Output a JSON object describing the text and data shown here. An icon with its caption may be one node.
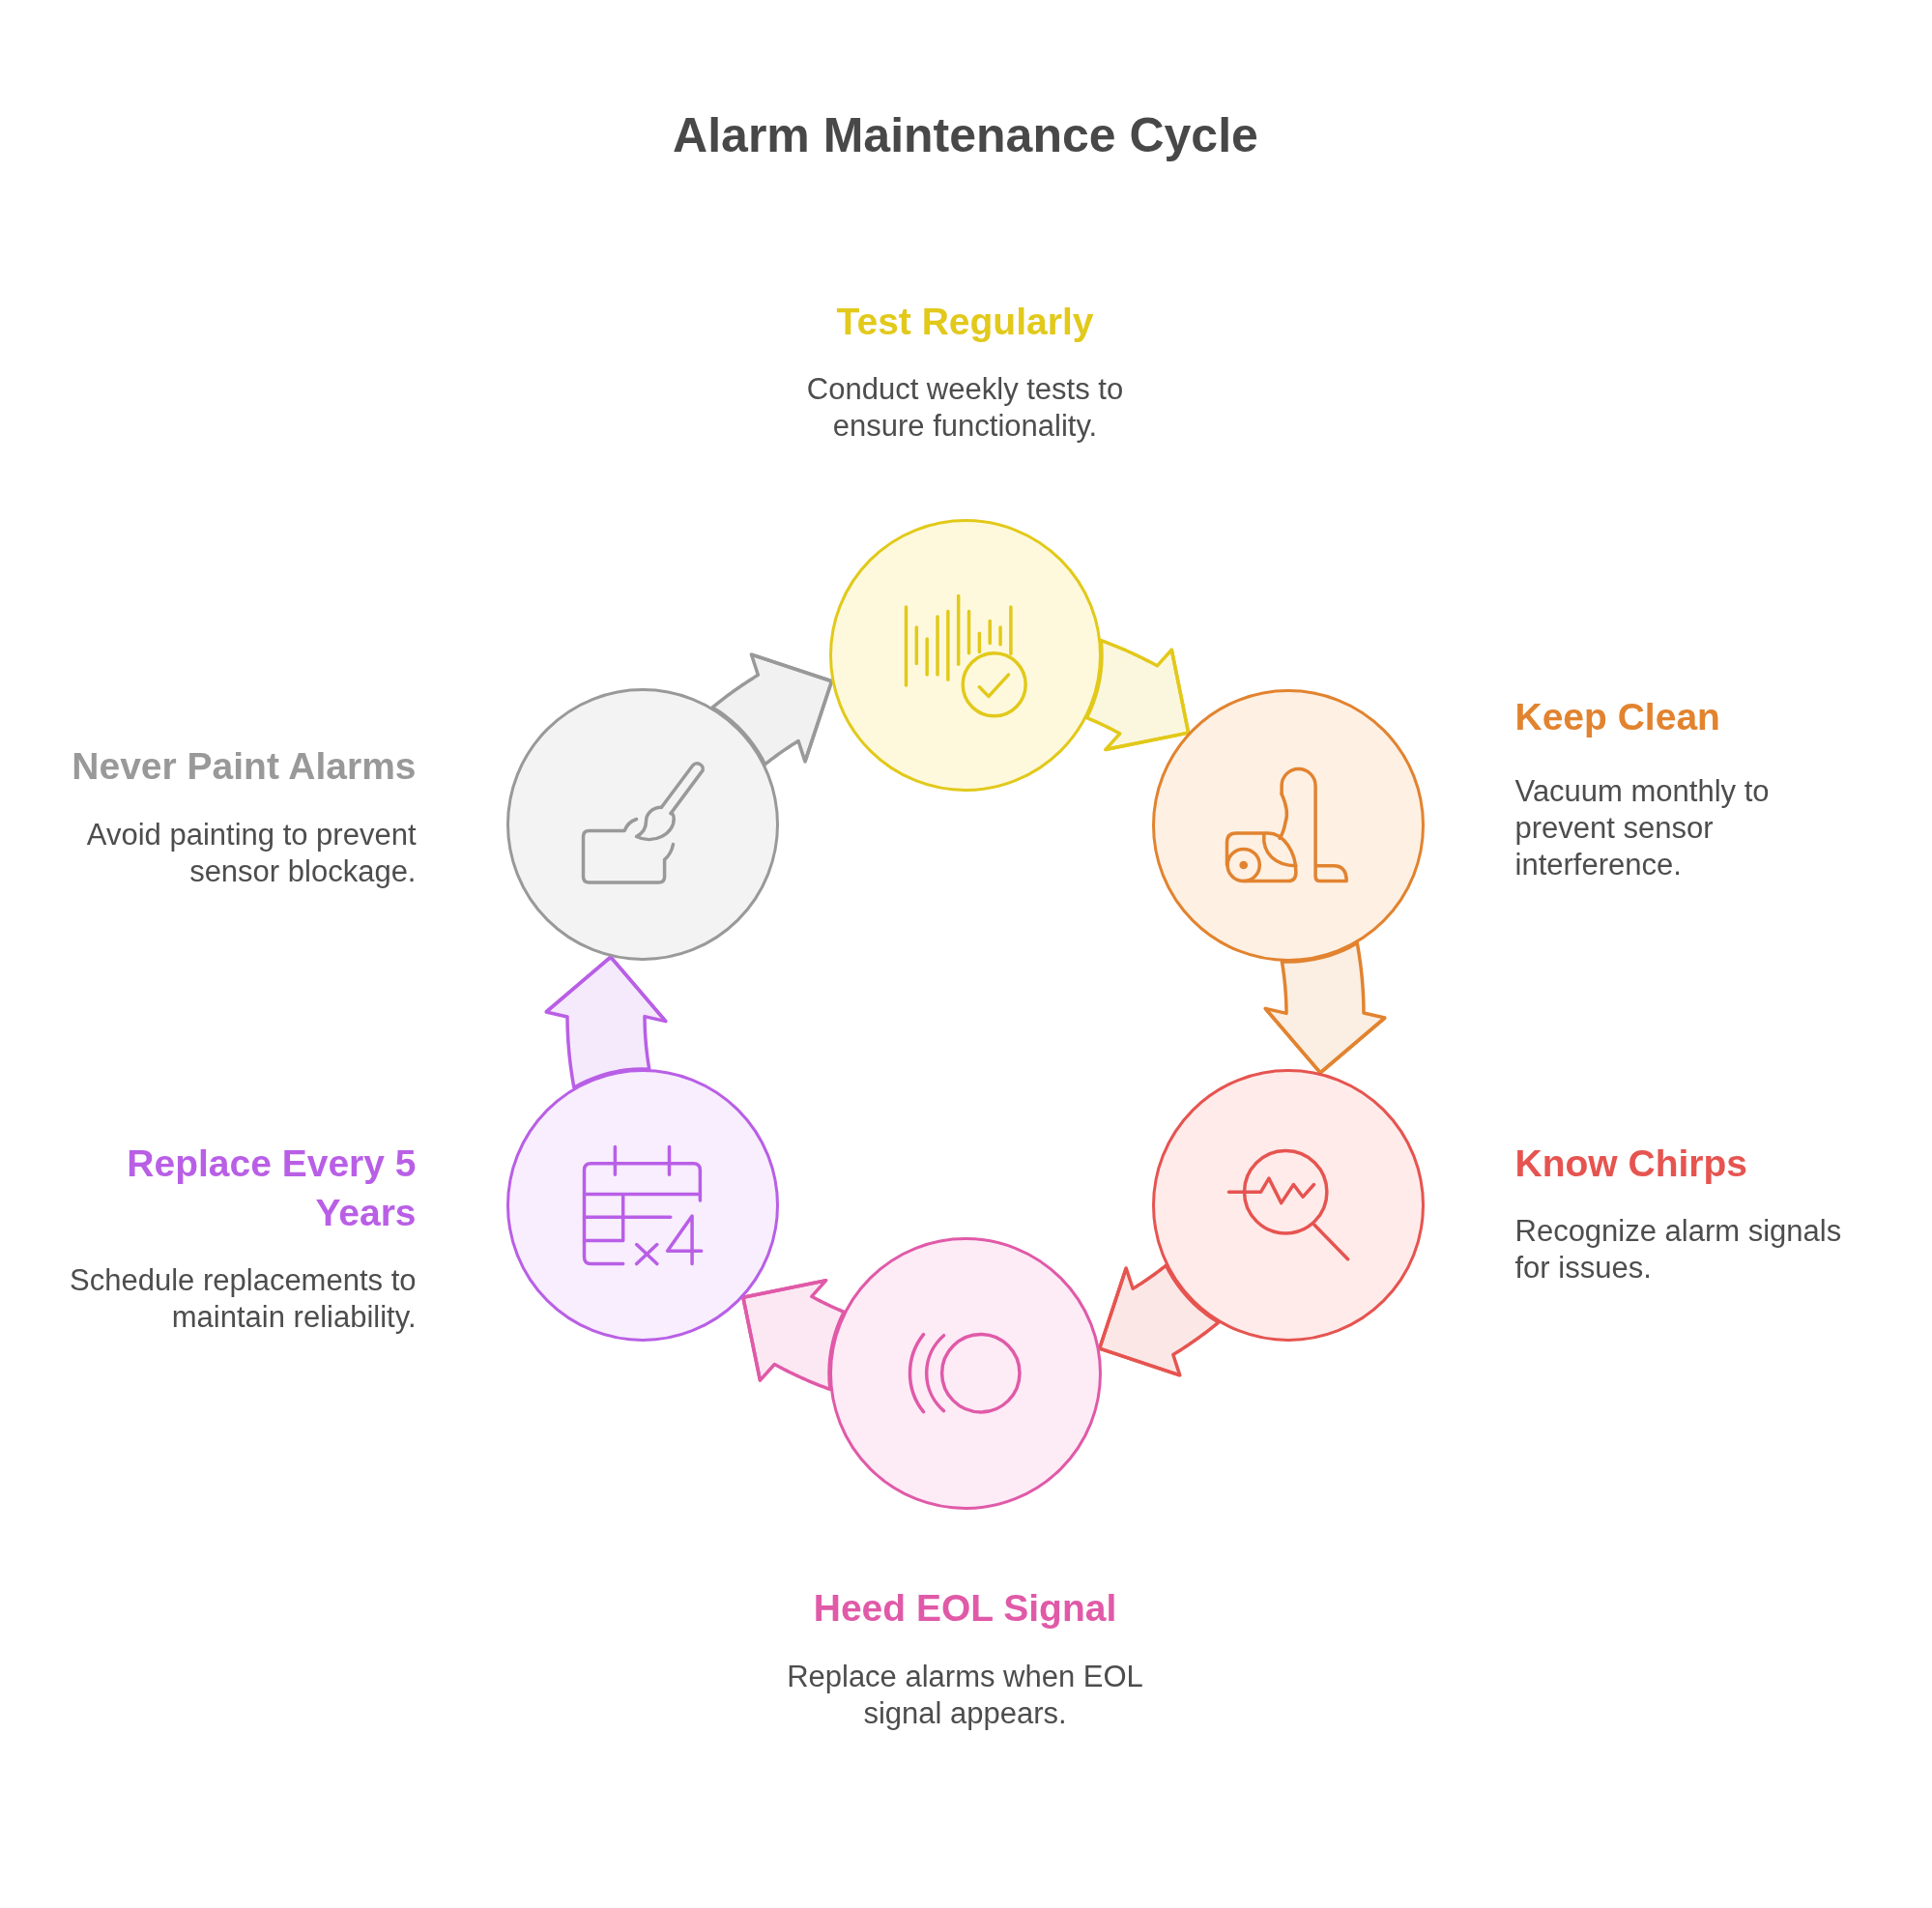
{
  "diagram": {
    "title": "Alarm Maintenance Cycle",
    "nodes": [
      {
        "text": [
          "Test Regularly",
          "Conduct weekly tests to ensure functionality."
        ]
      },
      {
        "text": [
          "Keep Clean",
          "Vacuum monthly to prevent sensor interference."
        ]
      },
      {
        "text": [
          "Know Chirps",
          "Recognize alarm signals for issues."
        ]
      },
      {
        "text": [
          "Heed EOL Signal",
          "Replace alarms when EOL signal appears."
        ]
      },
      {
        "text": [
          "Replace Every 5 Years",
          "Schedule replacements to maintain reliability."
        ]
      },
      {
        "text": [
          "Never Paint Alarms",
          "Avoid painting to prevent sensor blockage."
        ]
      }
    ],
    "edges": [
      {
        "from": 0,
        "to": 1,
        "arrow": "to",
        "color": "#e2c91a"
      },
      {
        "from": 1,
        "to": 2,
        "arrow": "to",
        "color": "#e2832f"
      },
      {
        "from": 2,
        "to": 3,
        "arrow": "to",
        "color": "#e65450"
      },
      {
        "from": 3,
        "to": 4,
        "arrow": "to",
        "color": "#e05aa8"
      },
      {
        "from": 4,
        "to": 5,
        "arrow": "to",
        "color": "#b95fe6"
      },
      {
        "from": 5,
        "to": 0,
        "arrow": "to",
        "color": "#999999"
      }
    ]
  }
}
